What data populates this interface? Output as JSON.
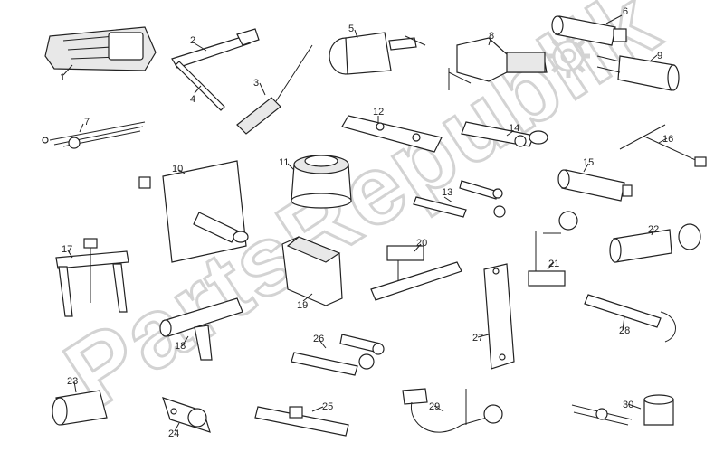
{
  "watermark": {
    "text": "PartsRepublik"
  },
  "callouts": [
    {
      "id": "c1",
      "text": "1"
    },
    {
      "id": "c2",
      "text": "2"
    },
    {
      "id": "c3",
      "text": "3"
    },
    {
      "id": "c4",
      "text": "4"
    },
    {
      "id": "c5",
      "text": "5"
    },
    {
      "id": "c6",
      "text": "6"
    },
    {
      "id": "c7",
      "text": "7"
    },
    {
      "id": "c8",
      "text": "8"
    },
    {
      "id": "c9",
      "text": "9"
    },
    {
      "id": "c10",
      "text": "10"
    },
    {
      "id": "c11",
      "text": "11"
    },
    {
      "id": "c12",
      "text": "12"
    },
    {
      "id": "c13",
      "text": "13"
    },
    {
      "id": "c14",
      "text": "14"
    },
    {
      "id": "c15",
      "text": "15"
    },
    {
      "id": "c16",
      "text": "16"
    },
    {
      "id": "c17",
      "text": "17"
    },
    {
      "id": "c18",
      "text": "18"
    },
    {
      "id": "c19",
      "text": "19"
    },
    {
      "id": "c20",
      "text": "20"
    },
    {
      "id": "c21",
      "text": "21"
    },
    {
      "id": "c22",
      "text": "22"
    },
    {
      "id": "c23",
      "text": "23"
    },
    {
      "id": "c24",
      "text": "24"
    },
    {
      "id": "c25",
      "text": "25"
    },
    {
      "id": "c26",
      "text": "26"
    },
    {
      "id": "c27",
      "text": "27"
    },
    {
      "id": "c28",
      "text": "28"
    },
    {
      "id": "c29",
      "text": "29"
    },
    {
      "id": "c30",
      "text": "30"
    }
  ],
  "icons": {
    "watermark_logo": "gear-icon"
  }
}
